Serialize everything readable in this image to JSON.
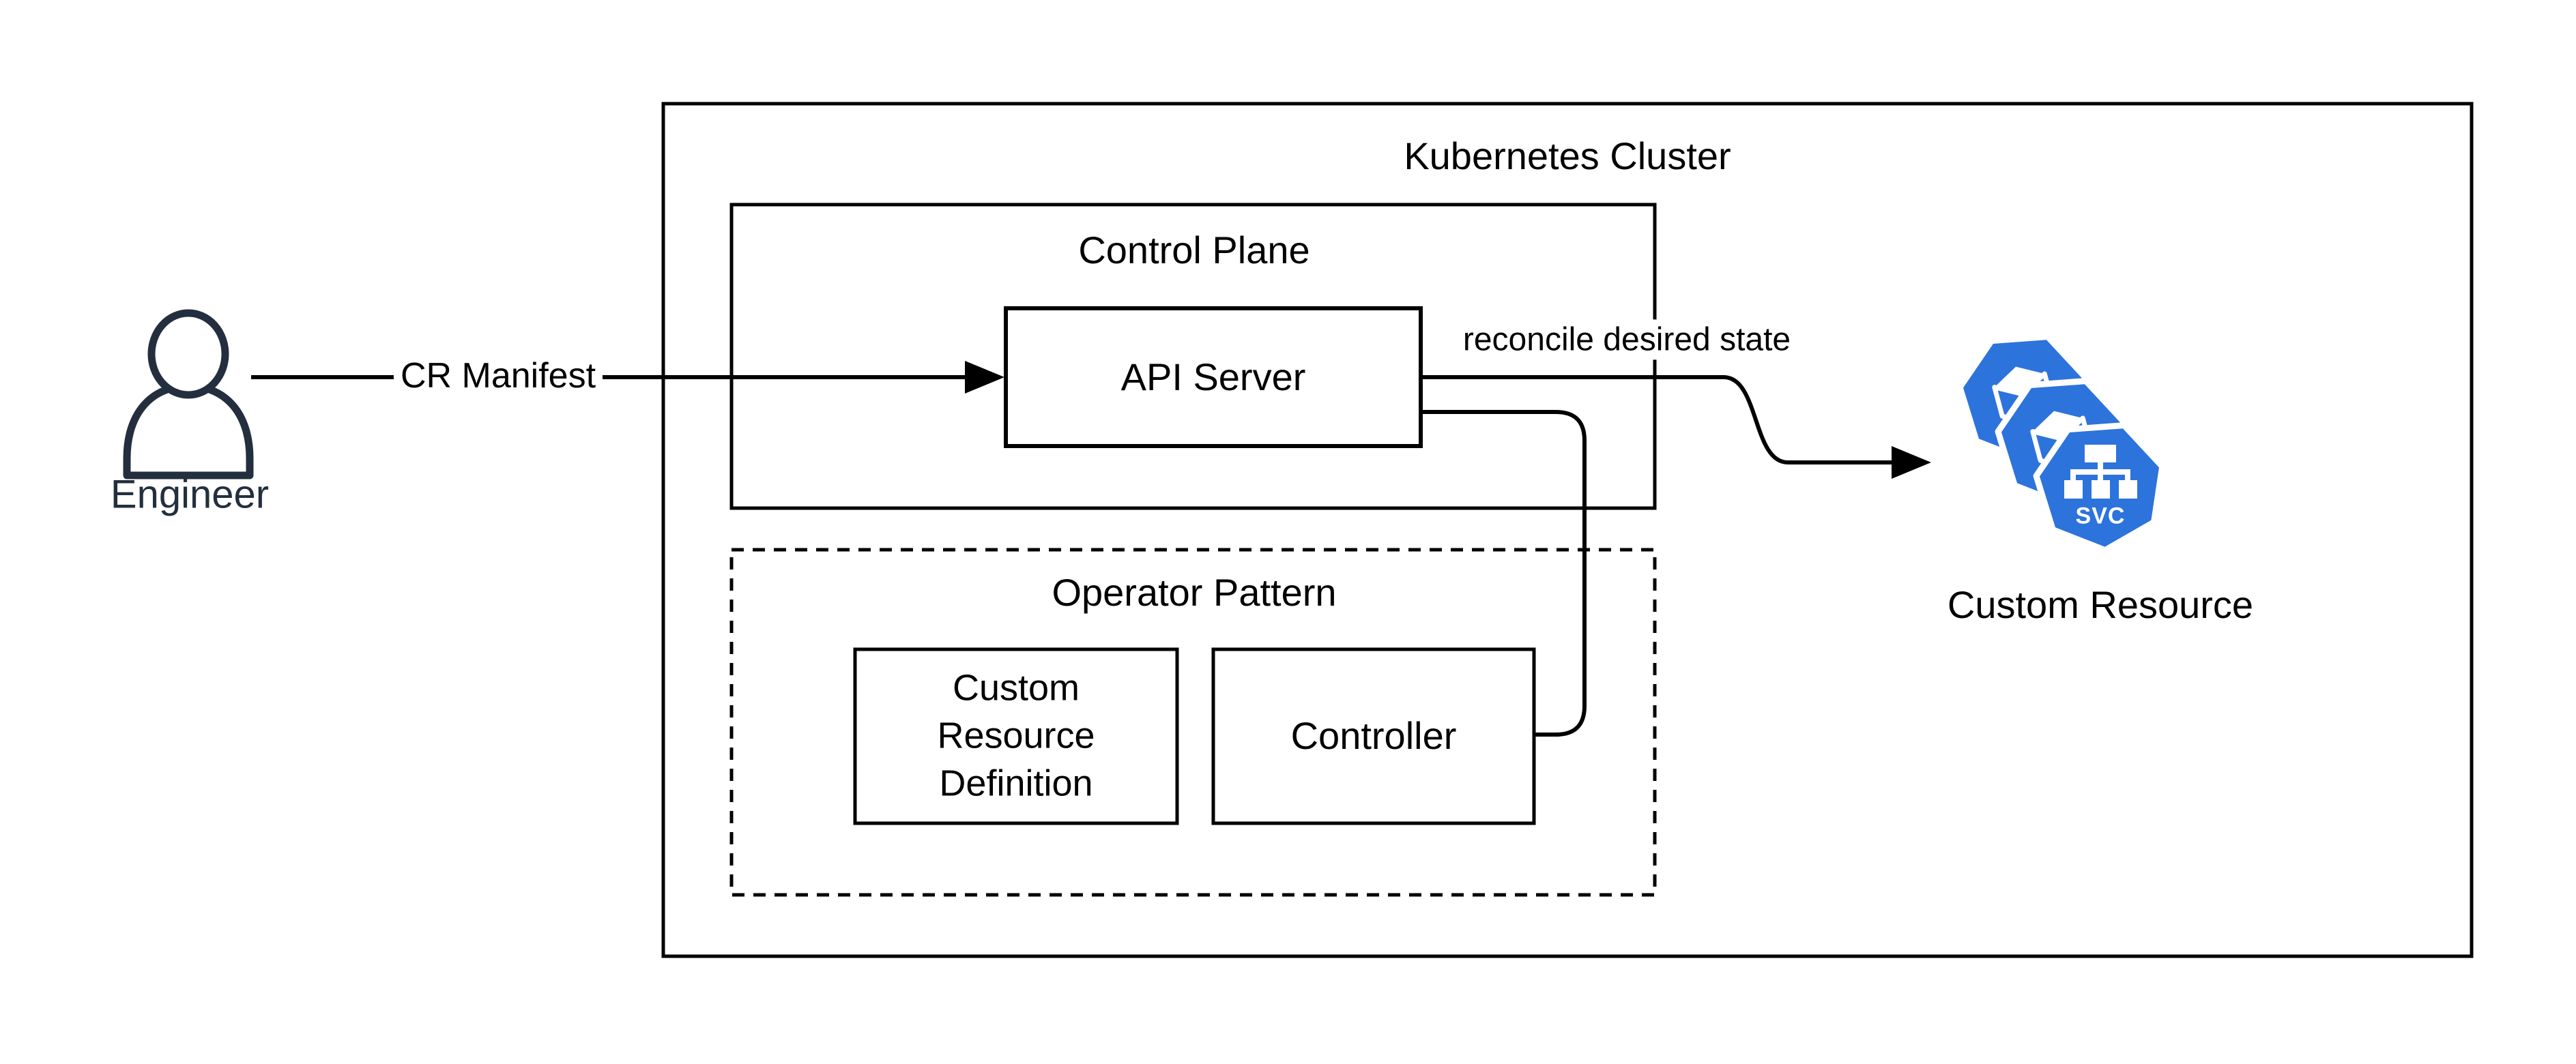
{
  "diagram": {
    "colors": {
      "line": "#000000",
      "text": "#000000",
      "background": "#ffffff",
      "engineer_accent": "#232F3E",
      "kubernetes_blue": "#2C73DC",
      "box_fill": "#ffffff"
    },
    "actor": {
      "engineer_label": "Engineer"
    },
    "cluster": {
      "title": "Kubernetes Cluster"
    },
    "control_plane": {
      "title": "Control Plane",
      "api_server_label": "API Server"
    },
    "operator_pattern": {
      "title": "Operator Pattern",
      "crd_label": "Custom\nResource\nDefinition",
      "controller_label": "Controller"
    },
    "custom_resource": {
      "label": "Custom Resource",
      "badge": "SVC"
    },
    "edges": {
      "cr_manifest_label": "CR Manifest",
      "reconcile_label": "reconcile desired state"
    }
  }
}
